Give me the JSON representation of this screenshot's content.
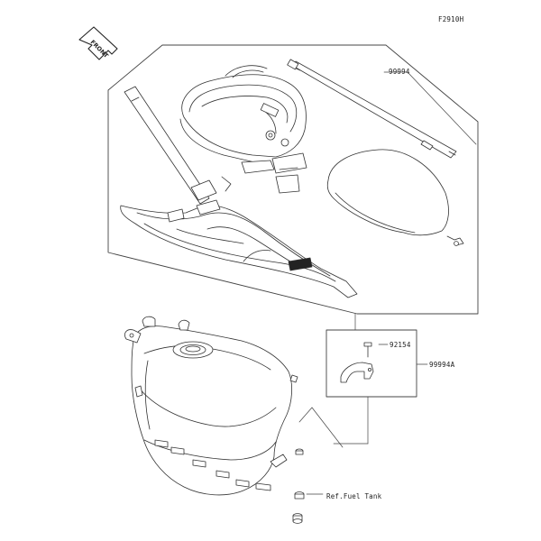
{
  "diagram_code": "F2910H",
  "front_badge": "FRONT",
  "callouts": {
    "kit_part": "99994",
    "bracket_kit": "99994A",
    "bolt": "92154",
    "reference": "Ref.Fuel Tank"
  }
}
